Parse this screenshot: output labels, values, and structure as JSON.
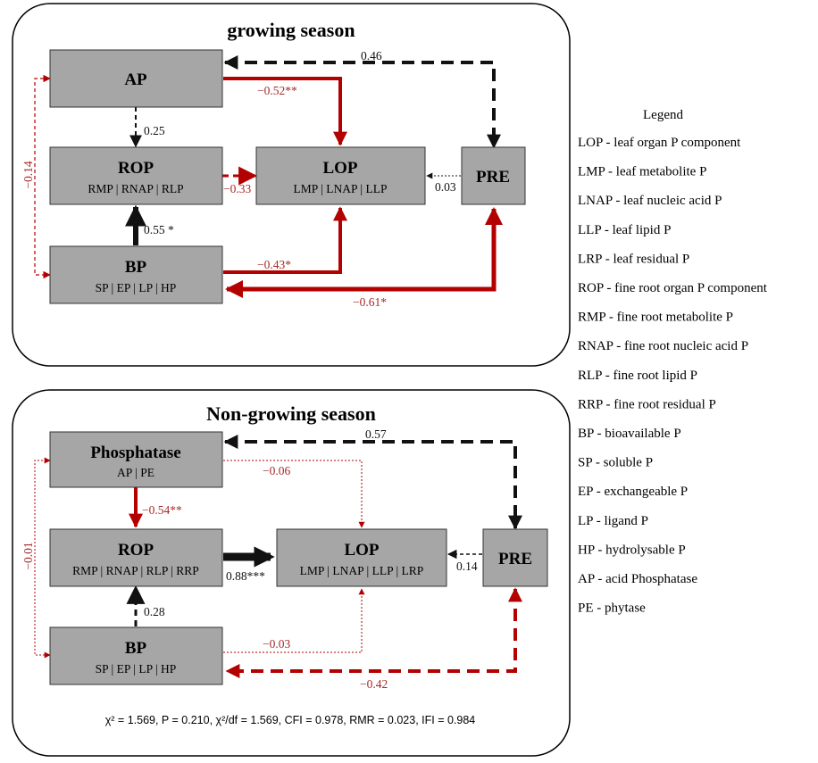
{
  "growing": {
    "title": "growing season",
    "boxes": {
      "ap": {
        "title": "AP",
        "sub": ""
      },
      "rop": {
        "title": "ROP",
        "sub": "RMP | RNAP | RLP"
      },
      "lop": {
        "title": "LOP",
        "sub": "LMP | LNAP | LLP"
      },
      "pre": {
        "title": "PRE",
        "sub": ""
      },
      "bp": {
        "title": "BP",
        "sub": "SP | EP | LP | HP"
      }
    },
    "paths": {
      "pre_ap": "0.46",
      "ap_lop": "−0.52**",
      "ap_rop": "0.25",
      "rop_lop": "−0.33",
      "pre_lop": "0.03",
      "ap_bp": "−0.14",
      "bp_rop": "0.55 *",
      "bp_lop": "−0.43*",
      "pre_bp": "−0.61*"
    }
  },
  "nongrowing": {
    "title": "Non-growing season",
    "boxes": {
      "phos": {
        "title": "Phosphatase",
        "sub": "AP | PE"
      },
      "rop": {
        "title": "ROP",
        "sub": "RMP | RNAP | RLP | RRP"
      },
      "lop": {
        "title": "LOP",
        "sub": "LMP | LNAP | LLP | LRP"
      },
      "pre": {
        "title": "PRE",
        "sub": ""
      },
      "bp": {
        "title": "BP",
        "sub": "SP | EP | LP | HP"
      }
    },
    "paths": {
      "pre_phos": "0.57",
      "phos_lop": "−0.06",
      "phos_rop": "−0.54**",
      "rop_lop": "0.88***",
      "pre_lop": "0.14",
      "phos_bp": "−0.01",
      "bp_rop": "0.28",
      "bp_lop": "−0.03",
      "pre_bp": "−0.42"
    },
    "fit": "χ² = 1.569, P = 0.210, χ²/df = 1.569, CFI = 0.978, RMR = 0.023, IFI = 0.984"
  },
  "legend": {
    "title": "Legend",
    "items": [
      "LOP - leaf organ P component",
      "LMP - leaf metabolite P",
      "LNAP - leaf nucleic acid P",
      "LLP - leaf lipid P",
      "LRP - leaf residual P",
      "ROP - fine root organ P component",
      "RMP - fine root metabolite P",
      "RNAP - fine root nucleic acid P",
      "RLP - fine root lipid P",
      "RRP - fine root residual P",
      "BP - bioavailable P",
      "SP - soluble P",
      "EP - exchangeable P",
      "LP - ligand P",
      "HP - hydrolysable P",
      "AP - acid Phosphatase",
      "PE - phytase"
    ]
  },
  "colors": {
    "positive": "#111111",
    "negative": "#b30000",
    "box_fill": "#a6a6a6"
  }
}
